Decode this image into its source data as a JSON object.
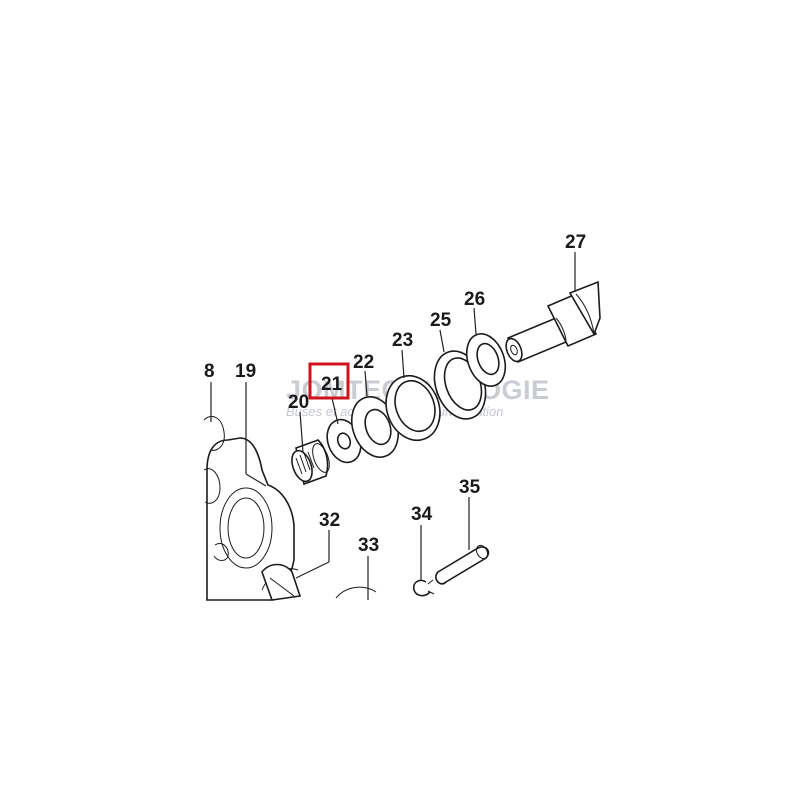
{
  "diagram": {
    "highlight_color": "#d0121b",
    "highlighted_label": "21",
    "labels": {
      "p8": "8",
      "p19": "19",
      "p20": "20",
      "p21": "21",
      "p22": "22",
      "p23": "23",
      "p25": "25",
      "p26": "26",
      "p27": "27",
      "p32": "32",
      "p33": "33",
      "p34": "34",
      "p35": "35"
    }
  },
  "watermark": {
    "brand": "JOMTECHNOLOGIE",
    "tagline": "Buses et accessoires de pulvérisation"
  }
}
